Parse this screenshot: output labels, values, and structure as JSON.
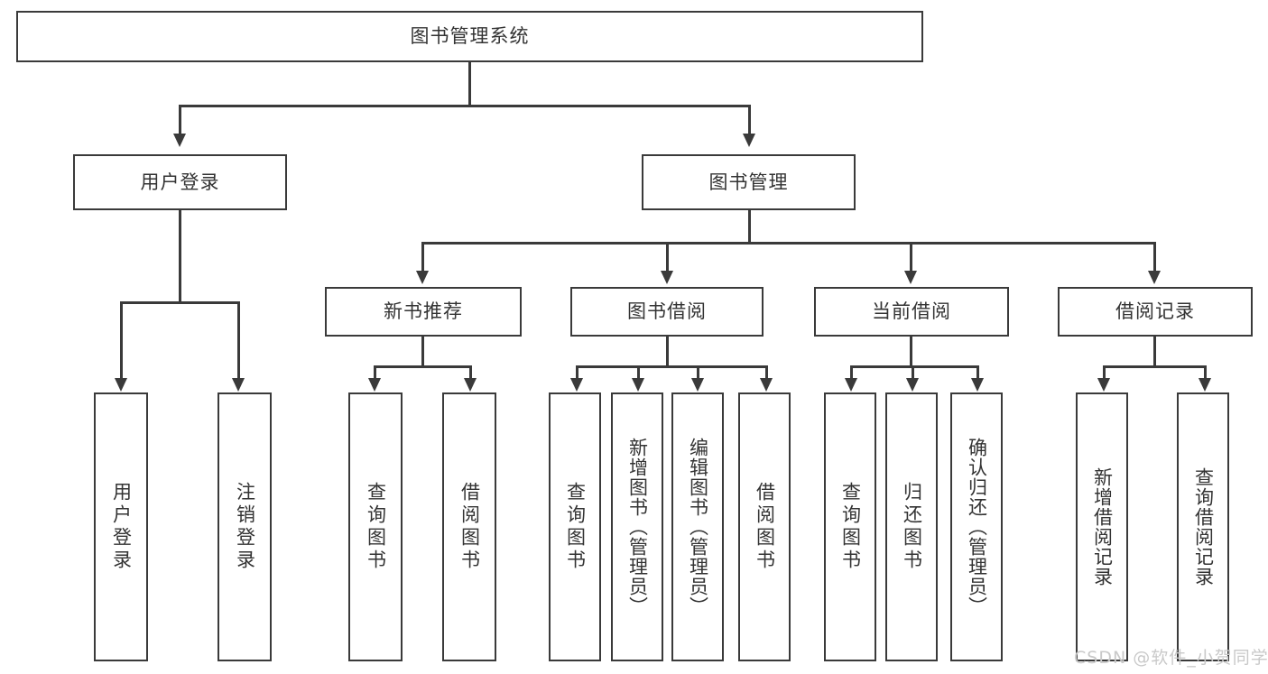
{
  "diagram": {
    "type": "tree-hierarchy",
    "title": "图书管理系统",
    "root": {
      "label": "图书管理系统"
    },
    "level1": [
      {
        "label": "用户登录"
      },
      {
        "label": "图书管理"
      }
    ],
    "level2": [
      {
        "label": "新书推荐",
        "parent": "图书管理"
      },
      {
        "label": "图书借阅",
        "parent": "图书管理"
      },
      {
        "label": "当前借阅",
        "parent": "图书管理"
      },
      {
        "label": "借阅记录",
        "parent": "图书管理"
      }
    ],
    "leaves": {
      "user_login": [
        {
          "label": "用户登录"
        },
        {
          "label": "注销登录"
        }
      ],
      "new_book_recommend": [
        {
          "label": "查询图书"
        },
        {
          "label": "借阅图书"
        }
      ],
      "book_borrow": [
        {
          "label": "查询图书"
        },
        {
          "label": "新增图书（管理员）"
        },
        {
          "label": "编辑图书（管理员）"
        },
        {
          "label": "借阅图书"
        }
      ],
      "current_borrow": [
        {
          "label": "查询图书"
        },
        {
          "label": "归还图书"
        },
        {
          "label": "确认归还（管理员）"
        }
      ],
      "borrow_record": [
        {
          "label": "新增借阅记录"
        },
        {
          "label": "查询借阅记录"
        }
      ]
    },
    "watermark": "CSDN @软件_小贺同学",
    "colors": {
      "stroke": "#3a3a3a",
      "fill": "#ffffff",
      "text": "#333333",
      "watermark": "#c9c9c9"
    }
  }
}
